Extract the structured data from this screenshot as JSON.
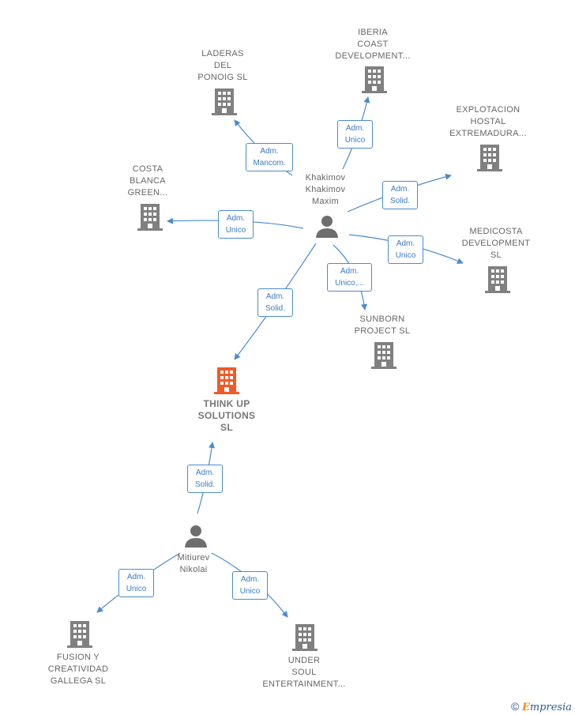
{
  "people": {
    "khakimov": "Khakimov\nKhakimov\nMaxim",
    "mitiurev": "Mitiurev\nNikolai"
  },
  "companies": {
    "laderas": "LADERAS\nDEL\nPONOIG SL",
    "iberia": "IBERIA\nCOAST\nDEVELOPMENT...",
    "explotacion": "EXPLOTACION\nHOSTAL\nEXTREMADURA...",
    "costa": "COSTA\nBLANCA\nGREEN...",
    "medicosta": "MEDICOSTA\nDEVELOPMENT\nSL",
    "sunborn": "SUNBORN\nPROJECT SL",
    "thinkup": "THINK UP\nSOLUTIONS\nSL",
    "fusion": "FUSION Y\nCREATIVIDAD\nGALLEGA SL",
    "under": "UNDER\nSOUL\nENTERTAINMENT..."
  },
  "edges": {
    "laderas": "Adm.\nMancom.",
    "iberia": "Adm.\nUnico",
    "explotacion": "Adm.\nSolid.",
    "costa": "Adm.\nUnico",
    "medicosta": "Adm.\nUnico",
    "sunborn": "Adm.\nUnico,...",
    "thinkup_k": "Adm.\nSolid.",
    "thinkup_m": "Adm.\nSolid.",
    "fusion": "Adm.\nUnico",
    "under": "Adm.\nUnico"
  },
  "colors": {
    "edge": "#4a8bd0",
    "building": "#808080",
    "building_highlight": "#f05a28",
    "person": "#6e6e6e"
  },
  "footer": {
    "copyright": "©",
    "brand_initial": "E",
    "brand_rest": "mpresia"
  }
}
